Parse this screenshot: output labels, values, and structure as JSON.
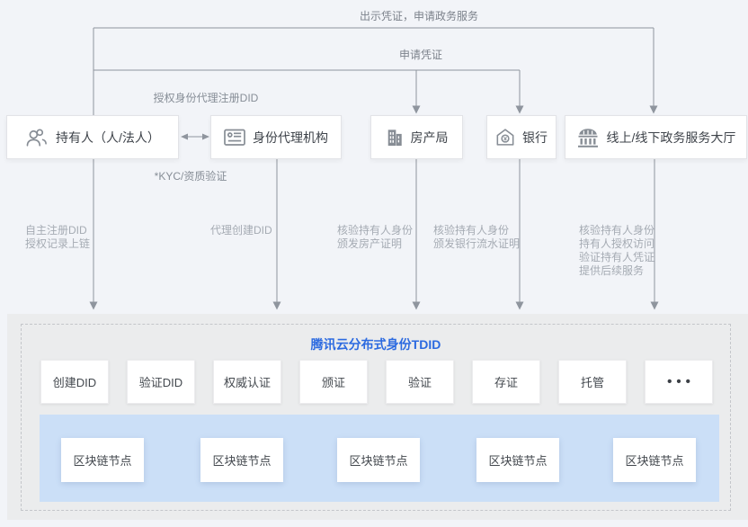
{
  "flows": {
    "present_label": "出示凭证，申请政务服务",
    "apply_label": "申请凭证",
    "authorize_label": "授权身份代理注册DID",
    "kyc_label": "*KYC/资质验证"
  },
  "entities": [
    {
      "label": "持有人（人/法人）",
      "icon": "holder-persons-icon"
    },
    {
      "label": "身份代理机构",
      "icon": "id-card-icon"
    },
    {
      "label": "房产局",
      "icon": "buildings-icon"
    },
    {
      "label": "银行",
      "icon": "bank-house-yen-icon"
    },
    {
      "label": "线上/线下政务服务大厅",
      "icon": "government-hall-icon"
    }
  ],
  "annotations": [
    {
      "lines": [
        "自主注册DID",
        "授权记录上链"
      ]
    },
    {
      "lines": [
        "代理创建DID"
      ]
    },
    {
      "lines": [
        "核验持有人身份",
        "颁发房产证明"
      ]
    },
    {
      "lines": [
        "核验持有人身份",
        "颁发银行流水证明"
      ]
    },
    {
      "lines": [
        "核验持有人身份",
        "持有人授权访问",
        "验证持有人凭证",
        "提供后续服务"
      ]
    }
  ],
  "platform": {
    "title": "腾讯云分布式身份TDID",
    "functions": [
      "创建DID",
      "验证DID",
      "权威认证",
      "颁证",
      "验证",
      "存证",
      "托管",
      "•••"
    ],
    "nodes": [
      "区块链节点",
      "区块链节点",
      "区块链节点",
      "区块链节点",
      "区块链节点"
    ]
  },
  "colors": {
    "page_bg": "#f2f4f8",
    "platform_bg": "#ebeced",
    "band_blue": "#cbdff7",
    "accent_blue": "#2c6ae0",
    "line_gray": "#8f959e",
    "icon_gray": "#878d95",
    "text_dark": "#3e434a",
    "annotation_gray": "#a5abb3"
  }
}
